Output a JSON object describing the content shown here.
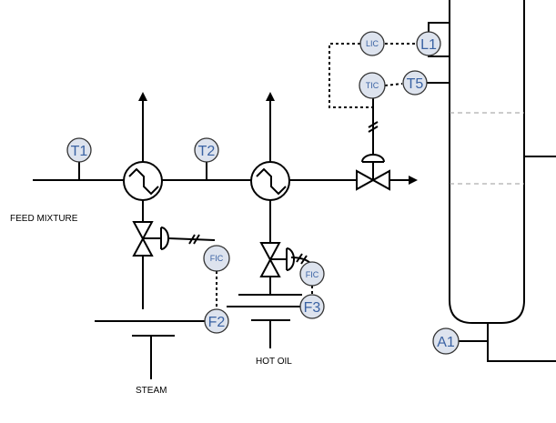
{
  "labels": {
    "feed": "FEED MIXTURE",
    "steam": "STEAM",
    "hot_oil": "HOT OIL"
  },
  "instruments": {
    "t1": "T1",
    "t2": "T2",
    "t5": "T5",
    "l1": "L1",
    "a1": "A1",
    "f2": "F2",
    "f3": "F3",
    "fic_steam": "FIC",
    "fic_oil": "FIC",
    "lic": "LIC",
    "tic": "TIC"
  },
  "colors": {
    "line": "#000000",
    "bubble_fill": "#dde3ee",
    "tag_text": "#3a62a3",
    "tray_line": "#9a9a9a"
  }
}
